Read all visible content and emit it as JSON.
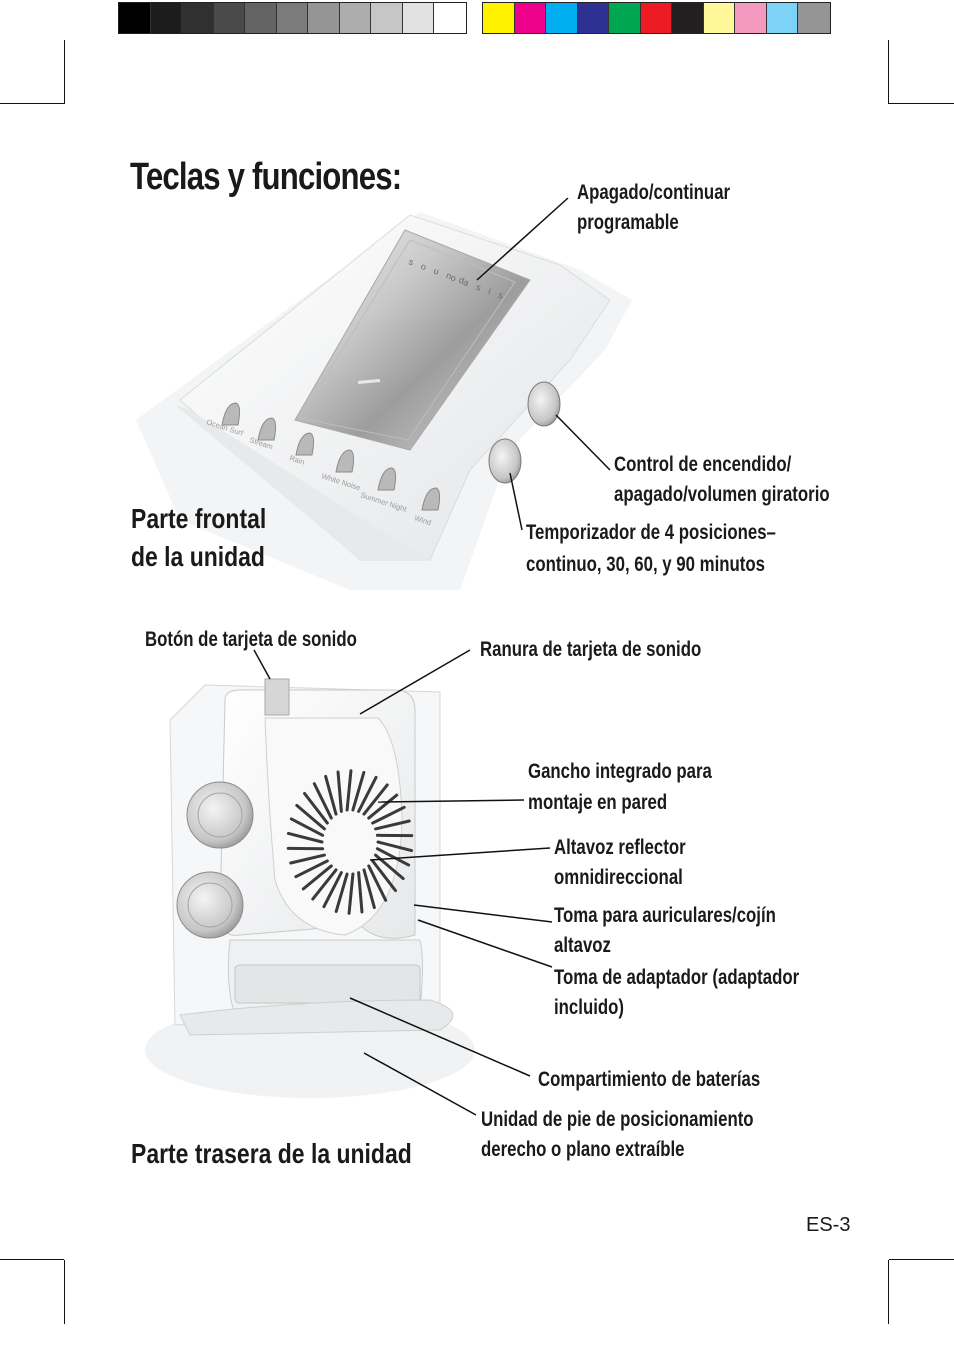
{
  "title": "Teclas y funciones:",
  "front": {
    "heading_line1": "Parte frontal",
    "heading_line2": "de la unidad",
    "brand": "sound oasis",
    "buttons": [
      "Ocean Surf",
      "Stream",
      "Rain",
      "White Noise",
      "Summer Night",
      "Wind"
    ],
    "callouts": {
      "off_resume": [
        "Apagado/continuar",
        "programable"
      ],
      "power_volume": [
        "Control de encendido/",
        "apagado/volumen giratorio"
      ],
      "timer": [
        "Temporizador de 4 posiciones–",
        "continuo, 30, 60, y 90 minutos"
      ]
    }
  },
  "back": {
    "heading": "Parte trasera de la unidad",
    "callouts": {
      "card_button": "Botón de tarjeta de sonido",
      "card_slot": "Ranura de tarjeta de sonido",
      "hook": [
        "Gancho integrado para",
        "montaje en pared"
      ],
      "speaker": [
        "Altavoz reflector",
        "omnidireccional"
      ],
      "headphone": [
        "Toma para auriculares/cojín",
        "altavoz"
      ],
      "adapter": [
        "Toma de adaptador (adaptador",
        "incluido)"
      ],
      "battery": "Compartimiento de baterías",
      "stand": [
        "Unidad de pie de posicionamiento",
        "derecho o plano extraíble"
      ]
    }
  },
  "page_number": "ES-3",
  "colors": {
    "grays": [
      "#000000",
      "#1c1c1c",
      "#303030",
      "#4a4a4a",
      "#636363",
      "#7b7b7b",
      "#959595",
      "#adadad",
      "#c6c6c6",
      "#e2e2e2",
      "#ffffff"
    ],
    "process": [
      "#fff200",
      "#ec008c",
      "#00aeef",
      "#2e3192",
      "#00a651",
      "#ed1c24",
      "#231f20",
      "#fff799",
      "#f49ac1",
      "#7dd3f7",
      "#959595"
    ]
  }
}
